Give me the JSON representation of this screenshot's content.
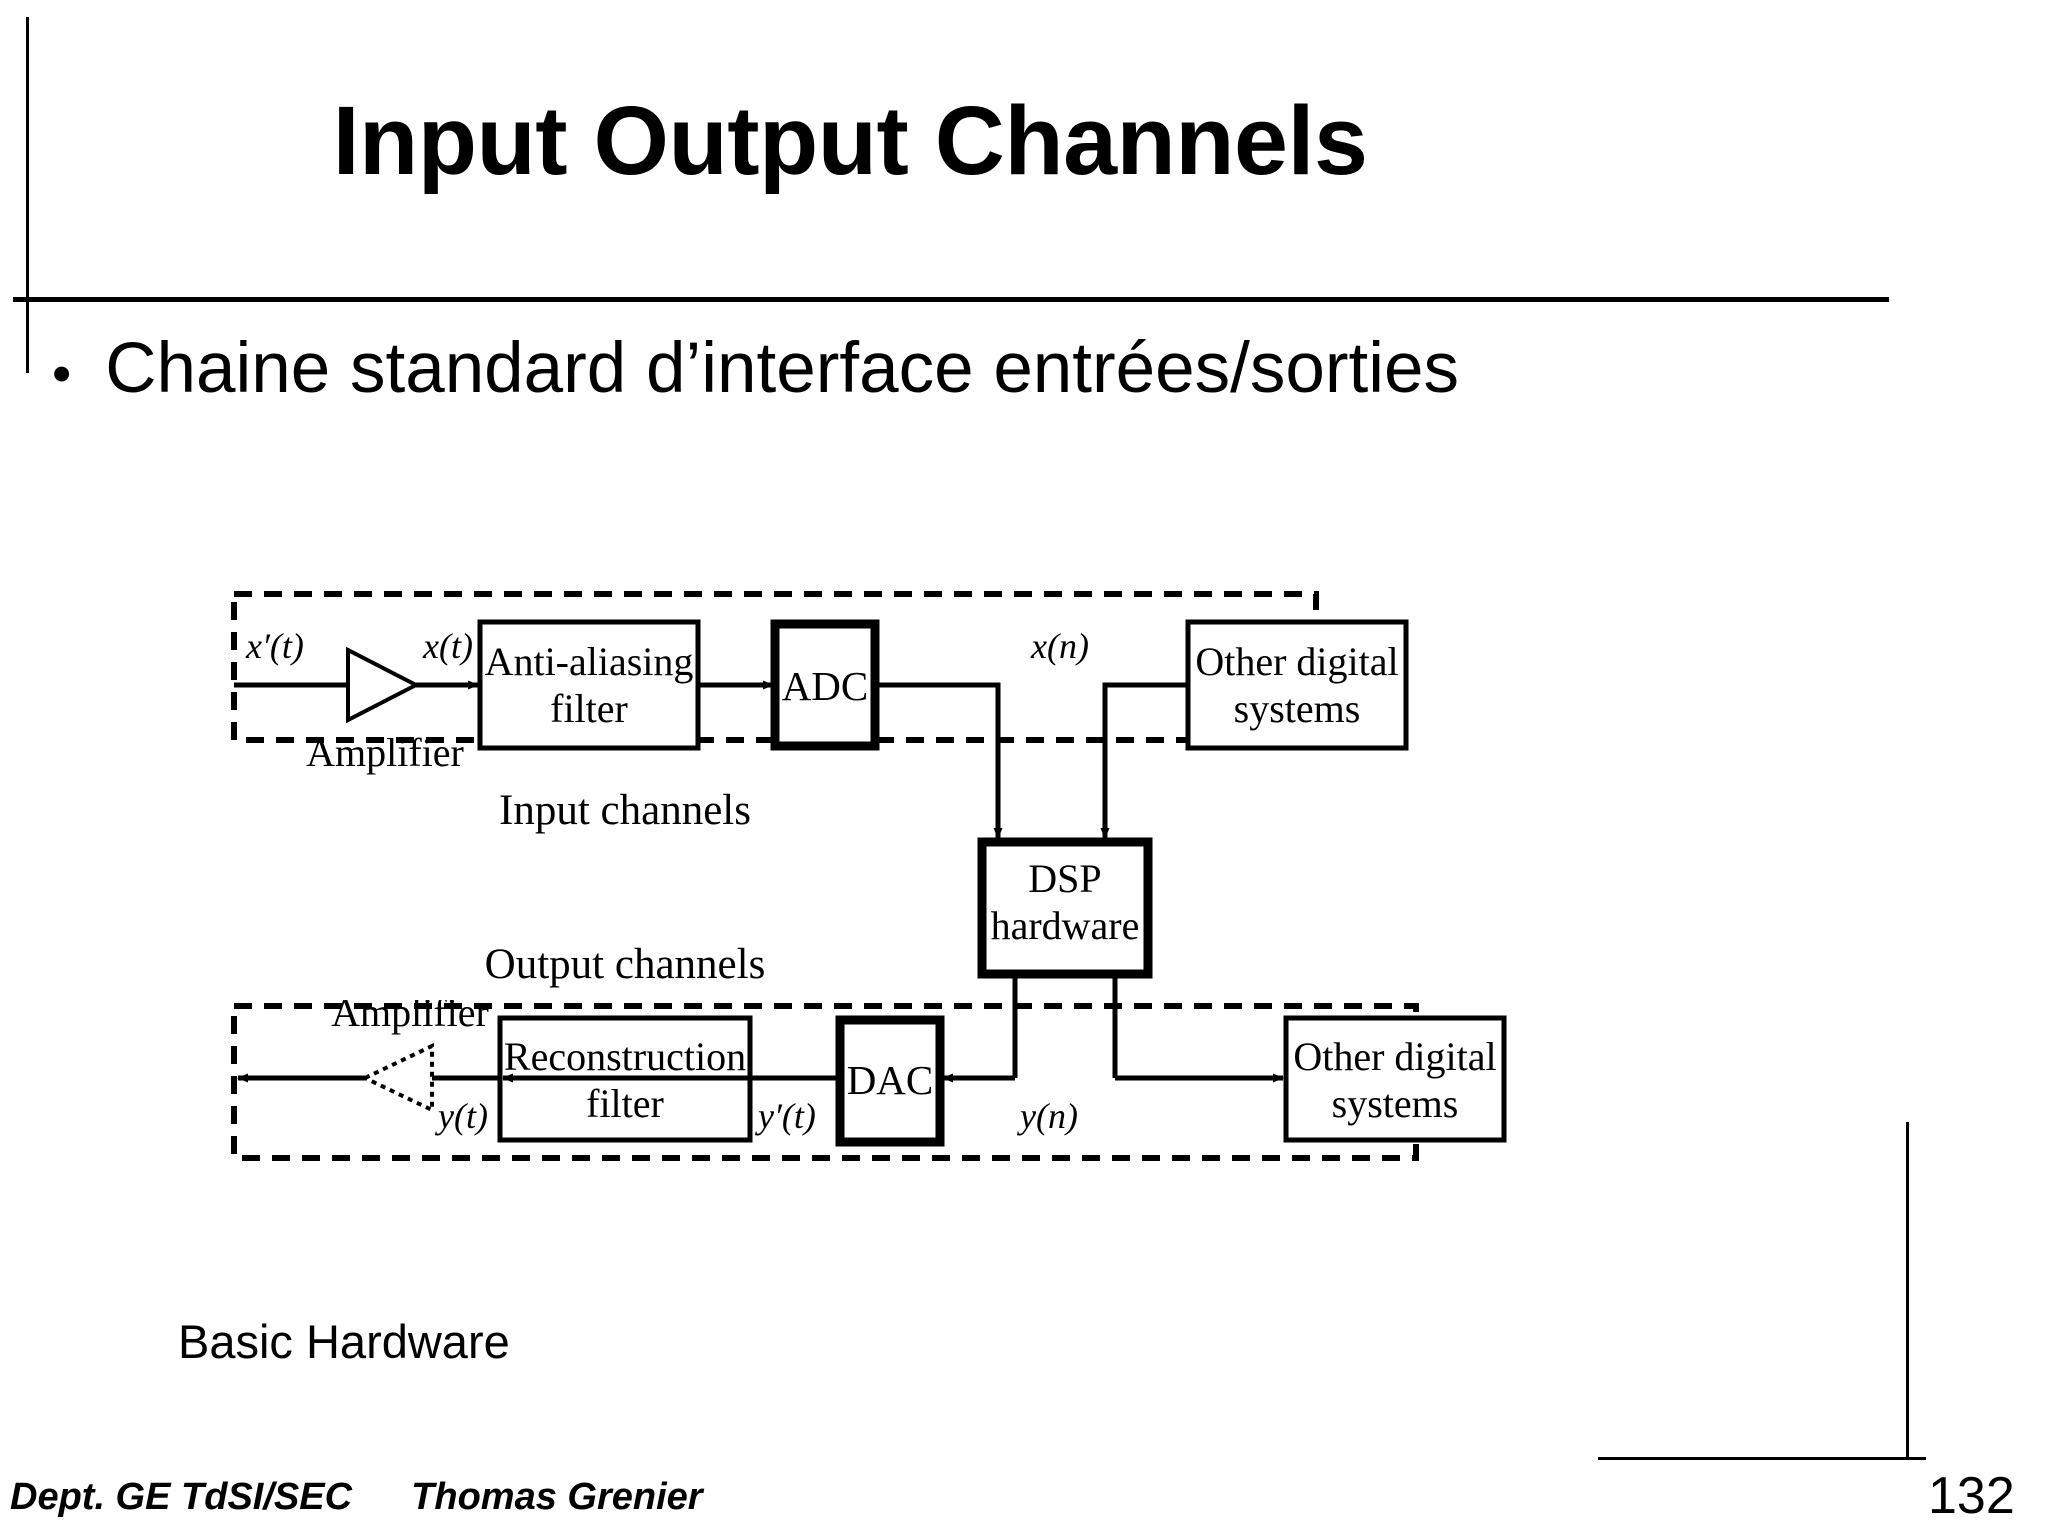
{
  "slide": {
    "title": "Input Output Channels",
    "bullet_marker": "•",
    "bullet_text": "Chaine standard d’interface entrées/sorties",
    "caption": "Basic Hardware",
    "footer_dept": "Dept. GE TdSI/SEC",
    "footer_author": "Thomas Grenier",
    "page_number": "132",
    "ink_color": "#000000",
    "background_color": "#ffffff"
  },
  "diagram": {
    "name": "dsp-io-channel-block-diagram",
    "group_labels": {
      "input": "Input channels",
      "output": "Output channels"
    },
    "blocks": {
      "anti_aliasing_filter": "Anti-aliasing filter",
      "anti_aliasing_filter_line1": "Anti-aliasing",
      "anti_aliasing_filter_line2": "filter",
      "adc": "ADC",
      "other_digital_systems_top_line1": "Other digital",
      "other_digital_systems_top_line2": "systems",
      "dsp_line1": "DSP",
      "dsp_line2": "hardware",
      "reconstruction_filter_line1": "Reconstruction",
      "reconstruction_filter_line2": "filter",
      "dac": "DAC",
      "other_digital_systems_bottom_line1": "Other digital",
      "other_digital_systems_bottom_line2": "systems"
    },
    "amplifier_labels": {
      "input": "Amplifier",
      "output": "Amplifier"
    },
    "signals": {
      "x_prime_t": "x′(t)",
      "x_t": "x(t)",
      "x_n": "x(n)",
      "y_t": "y(t)",
      "y_prime_t": "y′(t)",
      "y_n": "y(n)"
    }
  }
}
